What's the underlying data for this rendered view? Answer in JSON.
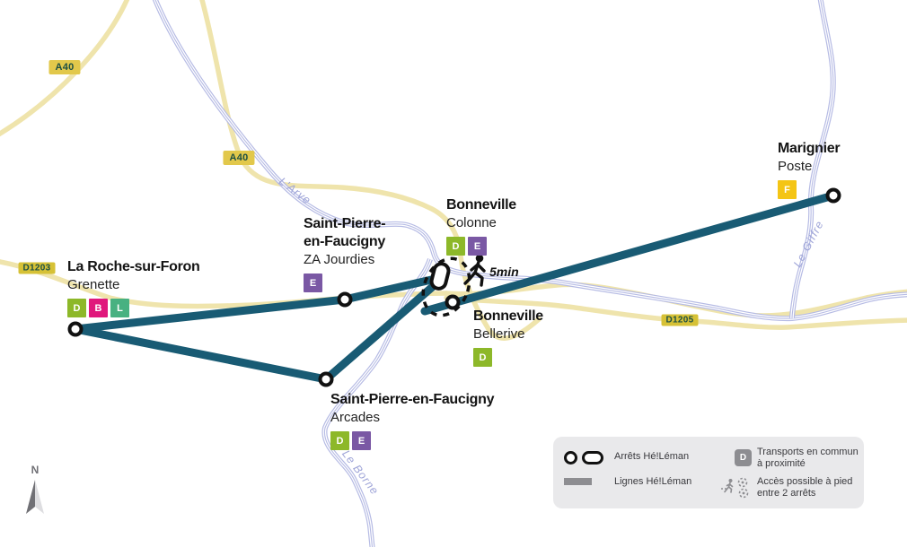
{
  "map_region": "Hé!Léman network map — Bonneville / La Roche-sur-Foron area",
  "colors": {
    "transit_line": "#195b74",
    "road": "#efe4ac",
    "road_badge_motorway_bg": "#e2c84b",
    "road_badge_departmental_bg": "#d6c136",
    "road_badge_text": "#1c4f43",
    "river": "#b6bbe4",
    "river_label": "#9fa5d8",
    "line_D": "#8db829",
    "line_B": "#e0187c",
    "line_L": "#48b181",
    "line_E": "#7a58a4",
    "line_F": "#f4c515",
    "legend_bg": "#e9e9eb",
    "legend_gray": "#8d8d91"
  },
  "roads": {
    "badges": [
      {
        "label": "A40"
      },
      {
        "label": "A40"
      },
      {
        "label": "D1203"
      },
      {
        "label": "D1205"
      }
    ]
  },
  "rivers": {
    "labels": [
      "L'Arve",
      "Le Giffre",
      "Le Borne"
    ]
  },
  "stops": [
    {
      "city": "La Roche-sur-Foron",
      "name": "Grenette",
      "lines": [
        "D",
        "B",
        "L"
      ]
    },
    {
      "city_lines": [
        "Saint-Pierre-",
        "en-Faucigny"
      ],
      "name": "ZA Jourdies",
      "lines": [
        "E"
      ]
    },
    {
      "city": "Bonneville",
      "name": "Colonne",
      "lines": [
        "D",
        "E"
      ]
    },
    {
      "city": "Bonneville",
      "name": "Bellerive",
      "lines": [
        "D"
      ]
    },
    {
      "city": "Saint-Pierre-en-Faucigny",
      "name": "Arcades",
      "lines": [
        "D",
        "E"
      ]
    },
    {
      "city": "Marignier",
      "name": "Poste",
      "lines": [
        "F"
      ]
    }
  ],
  "walk_note": {
    "label": "5min"
  },
  "legend": {
    "items": [
      {
        "label": "Arrêts Hé!Léman"
      },
      {
        "label": "Lignes Hé!Léman"
      },
      {
        "icon_letter": "D",
        "label_line1": "Transports en commun",
        "label_line2": "à proximité"
      },
      {
        "label_line1": "Accès possible à pied",
        "label_line2": "entre 2 arrêts"
      }
    ]
  },
  "compass": {
    "north_label": "N"
  }
}
